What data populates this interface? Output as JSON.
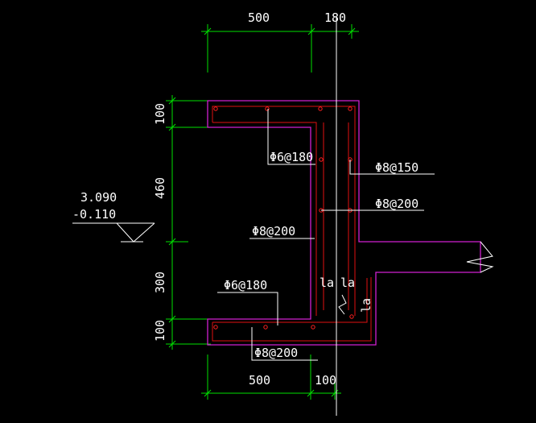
{
  "dimensions": {
    "top_left": "500",
    "top_right": "180",
    "left_1": "100",
    "left_2": "460",
    "left_3": "300",
    "left_4": "100",
    "bottom_left": "500",
    "bottom_right": "100"
  },
  "elevation": {
    "upper": "3.090",
    "lower": "-0.110"
  },
  "rebar_labels": {
    "top_slab": "Φ6@180",
    "wall_outer": "Φ8@150",
    "wall_inner": "Φ8@200",
    "wall_left": "Φ8@200",
    "bottom_slab_top": "Φ6@180",
    "bottom_slab_bottom": "Φ8@200"
  },
  "anchorage": {
    "la_1": "la",
    "la_2": "la",
    "la_3": "la"
  },
  "colors": {
    "background": "#000000",
    "dimension": "#00e000",
    "outline": "#d020d0",
    "rebar": "#e01010",
    "text": "#ffffff"
  }
}
